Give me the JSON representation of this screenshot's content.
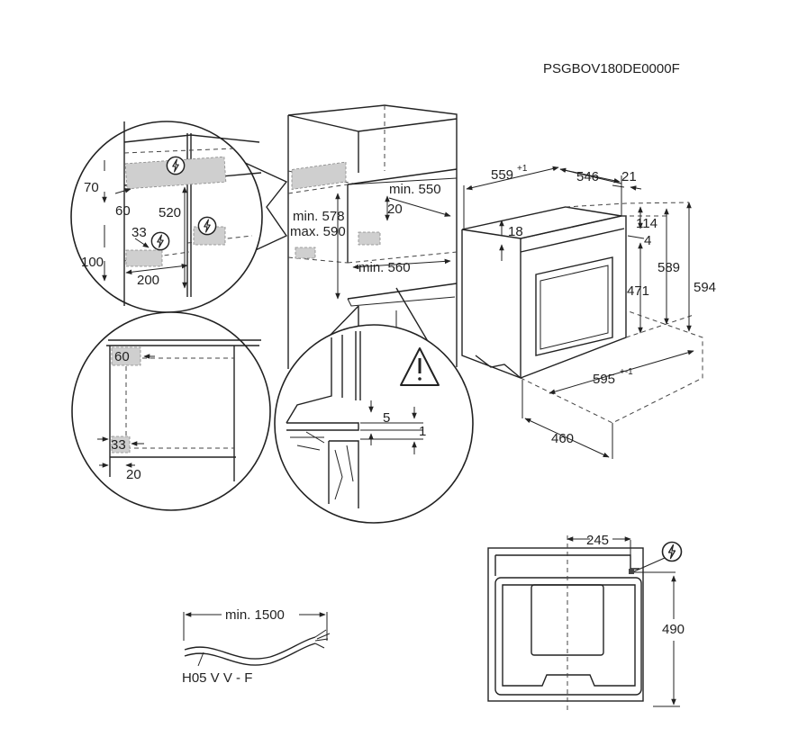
{
  "model_code": "PSGBOV180DE0000F",
  "detail_top_left": {
    "labels": [
      "70",
      "60",
      "520",
      "33",
      "100",
      "200"
    ]
  },
  "cabinet": {
    "labels": [
      "min. 550",
      "20",
      "min. 578",
      "max. 590",
      "min. 560"
    ]
  },
  "oven_3d": {
    "depth_label": "559",
    "depth_sup": "+1",
    "labels": [
      "546",
      "21",
      "18",
      "114",
      "4",
      "589",
      "594",
      "471",
      "460"
    ],
    "width_label": "595",
    "width_sup": "+-1"
  },
  "detail_bottom_left": {
    "labels": [
      "60",
      "33",
      "20"
    ]
  },
  "detail_bottom_middle": {
    "labels": [
      "5",
      "1"
    ]
  },
  "cable": {
    "length_label": "min. 1500",
    "type_label": "H05 V V - F"
  },
  "rear_view": {
    "labels": [
      "245",
      "490"
    ]
  },
  "icons": [
    "power-connection-icon",
    "warning-triangle-icon"
  ]
}
